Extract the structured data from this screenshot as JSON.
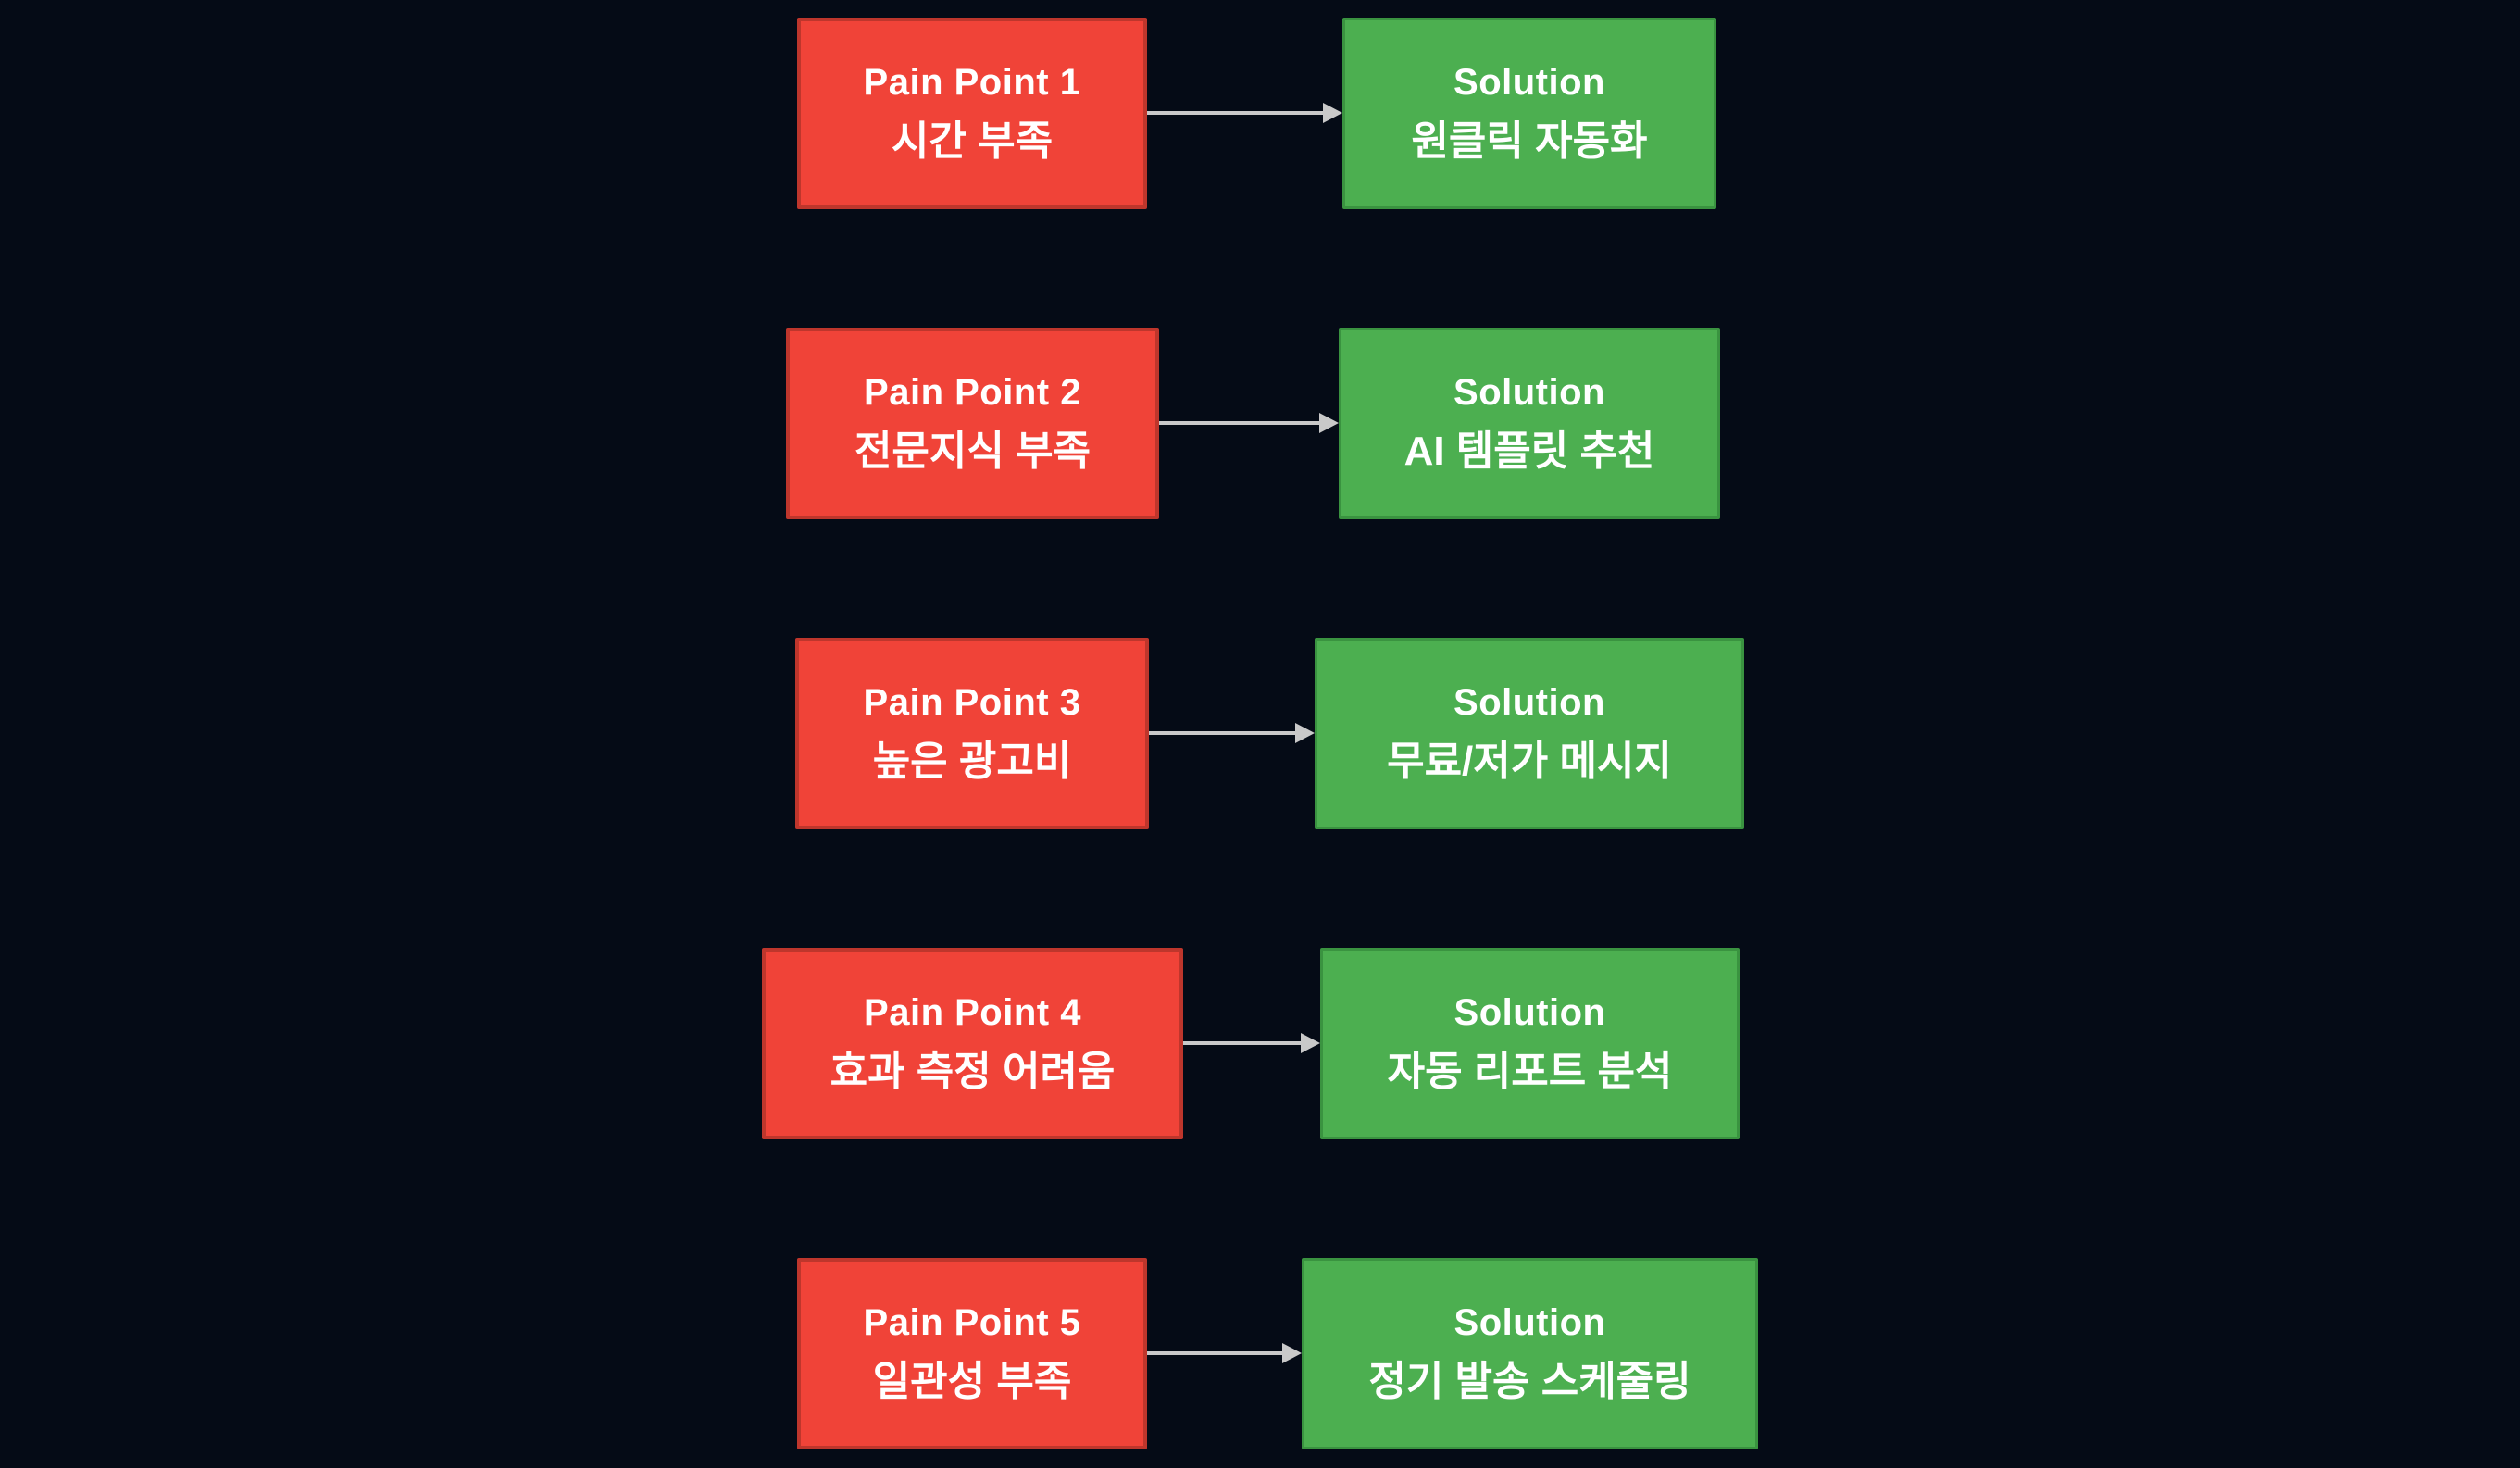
{
  "colors": {
    "background": "#050B16",
    "pain_fill": "#F04338",
    "pain_border": "#BE362C",
    "solution_fill": "#4CAF50",
    "solution_border": "#3A9340",
    "arrow": "#C9C9C9",
    "text": "#FFFFFF"
  },
  "rows": [
    {
      "pain_title": "Pain Point 1",
      "pain_desc": "시간 부족",
      "solution_title": "Solution",
      "solution_desc": "원클릭 자동화"
    },
    {
      "pain_title": "Pain Point 2",
      "pain_desc": "전문지식 부족",
      "solution_title": "Solution",
      "solution_desc": "AI 템플릿 추천"
    },
    {
      "pain_title": "Pain Point 3",
      "pain_desc": "높은 광고비",
      "solution_title": "Solution",
      "solution_desc": "무료/저가 메시지"
    },
    {
      "pain_title": "Pain Point 4",
      "pain_desc": "효과 측정 어려움",
      "solution_title": "Solution",
      "solution_desc": "자동 리포트 분석"
    },
    {
      "pain_title": "Pain Point 5",
      "pain_desc": "일관성 부족",
      "solution_title": "Solution",
      "solution_desc": "정기 발송 스케줄링"
    }
  ]
}
